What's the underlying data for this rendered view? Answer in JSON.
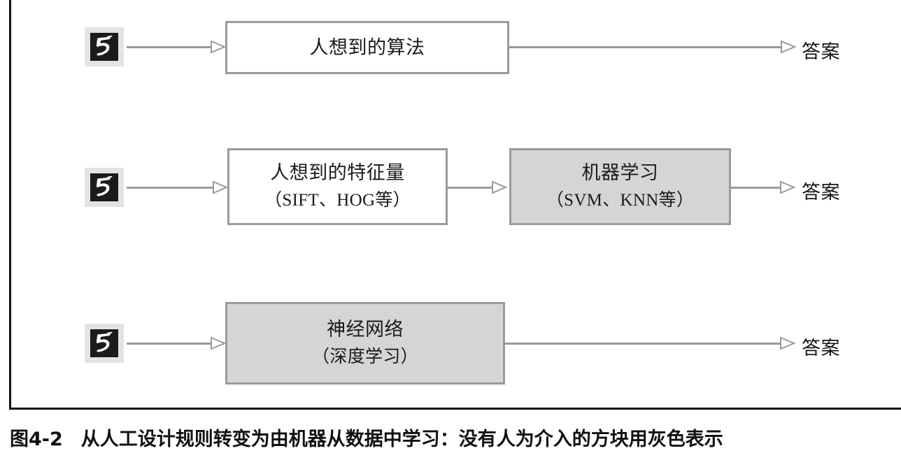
{
  "figure": {
    "number": "图4-2",
    "caption": "从人工设计规则转变为由机器从数据中学习：没有人为介入的方块用灰色表示",
    "input_icon_name": "mnist-handwritten-digit-5",
    "input_digit": "5"
  },
  "colors": {
    "box_border": "#9a9a9a",
    "box_fill_plain": "#ffffff",
    "box_fill_shaded": "#d5d5d5",
    "connector": "#9a9a9a",
    "frame_rule": "#111111",
    "text": "#1a1a1a",
    "thumb_background": "#e3e3e3",
    "thumb_canvas": "#1b1b1b"
  },
  "rows": [
    {
      "id": "row-1",
      "label": "handcrafted-algorithm-flow",
      "input_alt": "手写数字5图像",
      "boxes": [
        {
          "id": "box-human-algorithm",
          "line_main": "人想到的算法",
          "line_sub": "",
          "shaded": false
        }
      ],
      "output_label": "答案"
    },
    {
      "id": "row-2",
      "label": "handcrafted-features-plus-machine-learning-flow",
      "input_alt": "手写数字5图像",
      "boxes": [
        {
          "id": "box-human-features",
          "line_main": "人想到的特征量",
          "line_sub": "（SIFT、HOG等）",
          "shaded": false
        },
        {
          "id": "box-machine-learning",
          "line_main": "机器学习",
          "line_sub": "（SVM、KNN等）",
          "shaded": true
        }
      ],
      "output_label": "答案"
    },
    {
      "id": "row-3",
      "label": "neural-network-deep-learning-flow",
      "input_alt": "手写数字5图像",
      "boxes": [
        {
          "id": "box-neural-network",
          "line_main": "神经网络",
          "line_sub": "（深度学习）",
          "shaded": true
        }
      ],
      "output_label": "答案"
    }
  ],
  "chart_data": {
    "type": "diagram",
    "title": "从人工设计规则转变为由机器从数据中学习",
    "pipelines": [
      {
        "stages": [
          "手写数字图像",
          "人想到的算法",
          "答案"
        ],
        "shaded_stages": []
      },
      {
        "stages": [
          "手写数字图像",
          "人想到的特征量（SIFT、HOG等）",
          "机器学习（SVM、KNN等）",
          "答案"
        ],
        "shaded_stages": [
          "机器学习（SVM、KNN等）"
        ]
      },
      {
        "stages": [
          "手写数字图像",
          "神经网络（深度学习）",
          "答案"
        ],
        "shaded_stages": [
          "神经网络（深度学习）"
        ]
      }
    ],
    "legend": "没有人为介入的方块用灰色表示"
  }
}
